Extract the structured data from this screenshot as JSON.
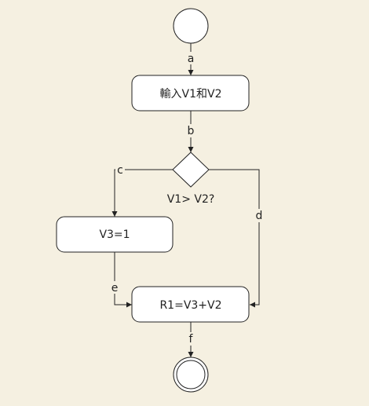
{
  "nodes": {
    "input": "輸入V1和V2",
    "decision": "V1> V2?",
    "assign": "V3=1",
    "compute": "R1=V3+V2"
  },
  "edges": {
    "a": "a",
    "b": "b",
    "c": "c",
    "d": "d",
    "e": "e",
    "f": "f"
  },
  "colors": {
    "background": "#f5f0e1",
    "node_fill": "#ffffff",
    "stroke": "#222222"
  }
}
